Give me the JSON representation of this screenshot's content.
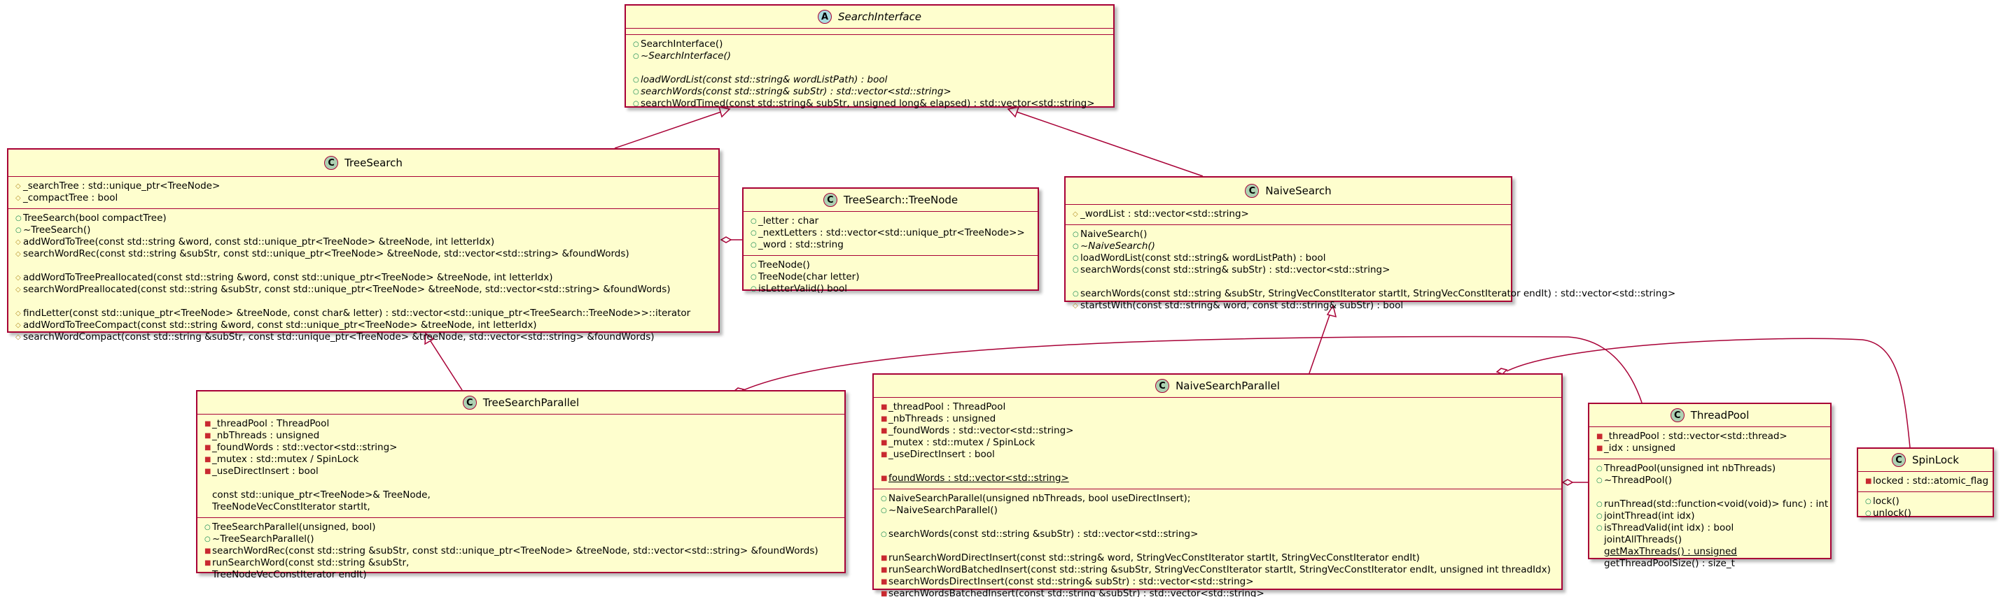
{
  "colors": {
    "fill": "#fefece",
    "border": "#a80036",
    "class_badge": "#add1b2",
    "abstract_badge": "#a9dcdf",
    "public": "#038048",
    "protected": "#b38d22",
    "private": "#c82930"
  },
  "classes": {
    "search_interface": {
      "badge": "A",
      "name": "SearchInterface",
      "attributes": [],
      "methods": [
        {
          "vis": "+",
          "text": "SearchInterface()"
        },
        {
          "vis": "+",
          "text": "~SearchInterface()",
          "italic": true
        },
        {
          "blank": true
        },
        {
          "vis": "+",
          "text": "loadWordList(const std::string& wordListPath) : bool",
          "italic": true
        },
        {
          "vis": "+",
          "text": "searchWords(const std::string& subStr) : std::vector<std::string>",
          "italic": true
        },
        {
          "vis": "+",
          "text": "searchWordTimed(const std::string& subStr, unsigned long& elapsed) : std::vector<std::string>"
        }
      ]
    },
    "tree_search": {
      "badge": "C",
      "name": "TreeSearch",
      "attributes": [
        {
          "vis": "#",
          "text": "_searchTree : std::unique_ptr<TreeNode>"
        },
        {
          "vis": "#",
          "text": "_compactTree : bool"
        }
      ],
      "methods": [
        {
          "vis": "+",
          "text": "TreeSearch(bool compactTree)"
        },
        {
          "vis": "+",
          "text": "~TreeSearch()"
        },
        {
          "vis": "#",
          "text": "addWordToTree(const std::string &word, const std::unique_ptr<TreeNode> &treeNode, int letterIdx)"
        },
        {
          "vis": "#",
          "text": "searchWordRec(const std::string &subStr, const std::unique_ptr<TreeNode> &treeNode, std::vector<std::string> &foundWords)"
        },
        {
          "blank": true
        },
        {
          "vis": "#",
          "text": "addWordToTreePreallocated(const std::string &word, const std::unique_ptr<TreeNode> &treeNode, int letterIdx)"
        },
        {
          "vis": "#",
          "text": "searchWordPreallocated(const std::string &subStr, const std::unique_ptr<TreeNode> &treeNode, std::vector<std::string> &foundWords)"
        },
        {
          "blank": true
        },
        {
          "vis": "#",
          "text": "findLetter(const std::unique_ptr<TreeNode> &treeNode, const char& letter) : std::vector<std::unique_ptr<TreeSearch::TreeNode>>::iterator"
        },
        {
          "vis": "#",
          "text": "addWordToTreeCompact(const std::string &word, const std::unique_ptr<TreeNode> &treeNode, int letterIdx)"
        },
        {
          "vis": "#",
          "text": "searchWordCompact(const std::string &subStr, const std::unique_ptr<TreeNode> &treeNode, std::vector<std::string> &foundWords)"
        }
      ]
    },
    "tree_node": {
      "badge": "C",
      "name": "TreeSearch::TreeNode",
      "attributes": [
        {
          "vis": "+",
          "text": "_letter : char"
        },
        {
          "vis": "+",
          "text": "_nextLetters : std::vector<std::unique_ptr<TreeNode>>"
        },
        {
          "vis": "+",
          "text": "_word : std::string"
        }
      ],
      "methods": [
        {
          "vis": "+",
          "text": "TreeNode()"
        },
        {
          "vis": "+",
          "text": "TreeNode(char letter)"
        },
        {
          "vis": "+",
          "text": "isLetterValid() bool"
        }
      ]
    },
    "naive_search": {
      "badge": "C",
      "name": "NaiveSearch",
      "attributes": [
        {
          "vis": "#",
          "text": "_wordList : std::vector<std::string>"
        }
      ],
      "methods": [
        {
          "vis": "+",
          "text": "NaiveSearch()"
        },
        {
          "vis": "+",
          "text": "~NaiveSearch()",
          "italic": true
        },
        {
          "vis": "+",
          "text": "loadWordList(const std::string& wordListPath) : bool"
        },
        {
          "vis": "+",
          "text": "searchWords(const std::string& subStr) : std::vector<std::string>"
        },
        {
          "blank": true
        },
        {
          "vis": "+",
          "text": "searchWords(const std::string &subStr, StringVecConstIterator startIt, StringVecConstIterator endIt) : std::vector<std::string>"
        },
        {
          "vis": "#",
          "text": "startstWith(const std::string& word, const std::string& subStr) : bool"
        }
      ]
    },
    "tree_search_parallel": {
      "badge": "C",
      "name": "TreeSearchParallel",
      "attributes": [
        {
          "vis": "-",
          "text": "_threadPool : ThreadPool"
        },
        {
          "vis": "-",
          "text": "_nbThreads : unsigned"
        },
        {
          "vis": "-",
          "text": "_foundWords : std::vector<std::string>"
        },
        {
          "vis": "-",
          "text": "_mutex : std::mutex / SpinLock"
        },
        {
          "vis": "-",
          "text": "_useDirectInsert : bool"
        },
        {
          "blank": true
        },
        {
          "vis": "",
          "text": "const std::unique_ptr<TreeNode>& TreeNode,"
        },
        {
          "vis": "",
          "text": "TreeNodeVecConstIterator startIt,"
        }
      ],
      "methods": [
        {
          "vis": "+",
          "text": "TreeSearchParallel(unsigned, bool)"
        },
        {
          "vis": "+",
          "text": "~TreeSearchParallel()"
        },
        {
          "vis": "-",
          "text": "searchWordRec(const std::string &subStr, const std::unique_ptr<TreeNode> &treeNode, std::vector<std::string> &foundWords)"
        },
        {
          "vis": "-",
          "text": "runSearchWord(const std::string &subStr,"
        },
        {
          "vis": "",
          "text": "TreeNodeVecConstIterator endIt)"
        }
      ]
    },
    "naive_search_parallel": {
      "badge": "C",
      "name": "NaiveSearchParallel",
      "attributes": [
        {
          "vis": "-",
          "text": "_threadPool : ThreadPool"
        },
        {
          "vis": "-",
          "text": "_nbThreads : unsigned"
        },
        {
          "vis": "-",
          "text": "_foundWords : std::vector<std::string>"
        },
        {
          "vis": "-",
          "text": "_mutex : std::mutex / SpinLock"
        },
        {
          "vis": "-",
          "text": "_useDirectInsert : bool"
        },
        {
          "blank": true
        },
        {
          "vis": "-",
          "text": "foundWords : std::vector<std::string>",
          "underline": true
        }
      ],
      "methods": [
        {
          "vis": "+",
          "text": "NaiveSearchParallel(unsigned nbThreads, bool useDirectInsert);"
        },
        {
          "vis": "+",
          "text": "~NaiveSearchParallel()"
        },
        {
          "blank": true
        },
        {
          "vis": "+",
          "text": "searchWords(const std::string &subStr) : std::vector<std::string>"
        },
        {
          "blank": true
        },
        {
          "vis": "-",
          "text": "runSearchWordDirectInsert(const std::string& word, StringVecConstIterator startIt, StringVecConstIterator endIt)"
        },
        {
          "vis": "-",
          "text": "runSearchWordBatchedInsert(const std::string &subStr, StringVecConstIterator startIt, StringVecConstIterator endIt, unsigned int threadIdx)"
        },
        {
          "vis": "-",
          "text": "searchWordsDirectInsert(const std::string& subStr) : std::vector<std::string>"
        },
        {
          "vis": "-",
          "text": "searchWordsBatchedInsert(const std::string &subStr) : std::vector<std::string>"
        }
      ]
    },
    "thread_pool": {
      "badge": "C",
      "name": "ThreadPool",
      "attributes": [
        {
          "vis": "-",
          "text": "_threadPool : std::vector<std::thread>"
        },
        {
          "vis": "-",
          "text": "_idx : unsigned"
        }
      ],
      "methods": [
        {
          "vis": "+",
          "text": "ThreadPool(unsigned int nbThreads)"
        },
        {
          "vis": "+",
          "text": "~ThreadPool()"
        },
        {
          "blank": true
        },
        {
          "vis": "+",
          "text": "runThread(std::function<void(void)> func) : int"
        },
        {
          "vis": "+",
          "text": "jointThread(int idx)"
        },
        {
          "vis": "+",
          "text": "isThreadValid(int idx) : bool"
        },
        {
          "vis": "",
          "text": "jointAllThreads()"
        },
        {
          "vis": "",
          "text": "getMaxThreads() : unsigned",
          "underline": true
        },
        {
          "vis": "",
          "text": "getThreadPoolSize() : size_t"
        }
      ]
    },
    "spin_lock": {
      "badge": "C",
      "name": "SpinLock",
      "attributes": [
        {
          "vis": "-",
          "text": "locked : std::atomic_flag"
        }
      ],
      "methods": [
        {
          "vis": "+",
          "text": "lock()"
        },
        {
          "vis": "+",
          "text": "unlock()"
        }
      ]
    }
  }
}
